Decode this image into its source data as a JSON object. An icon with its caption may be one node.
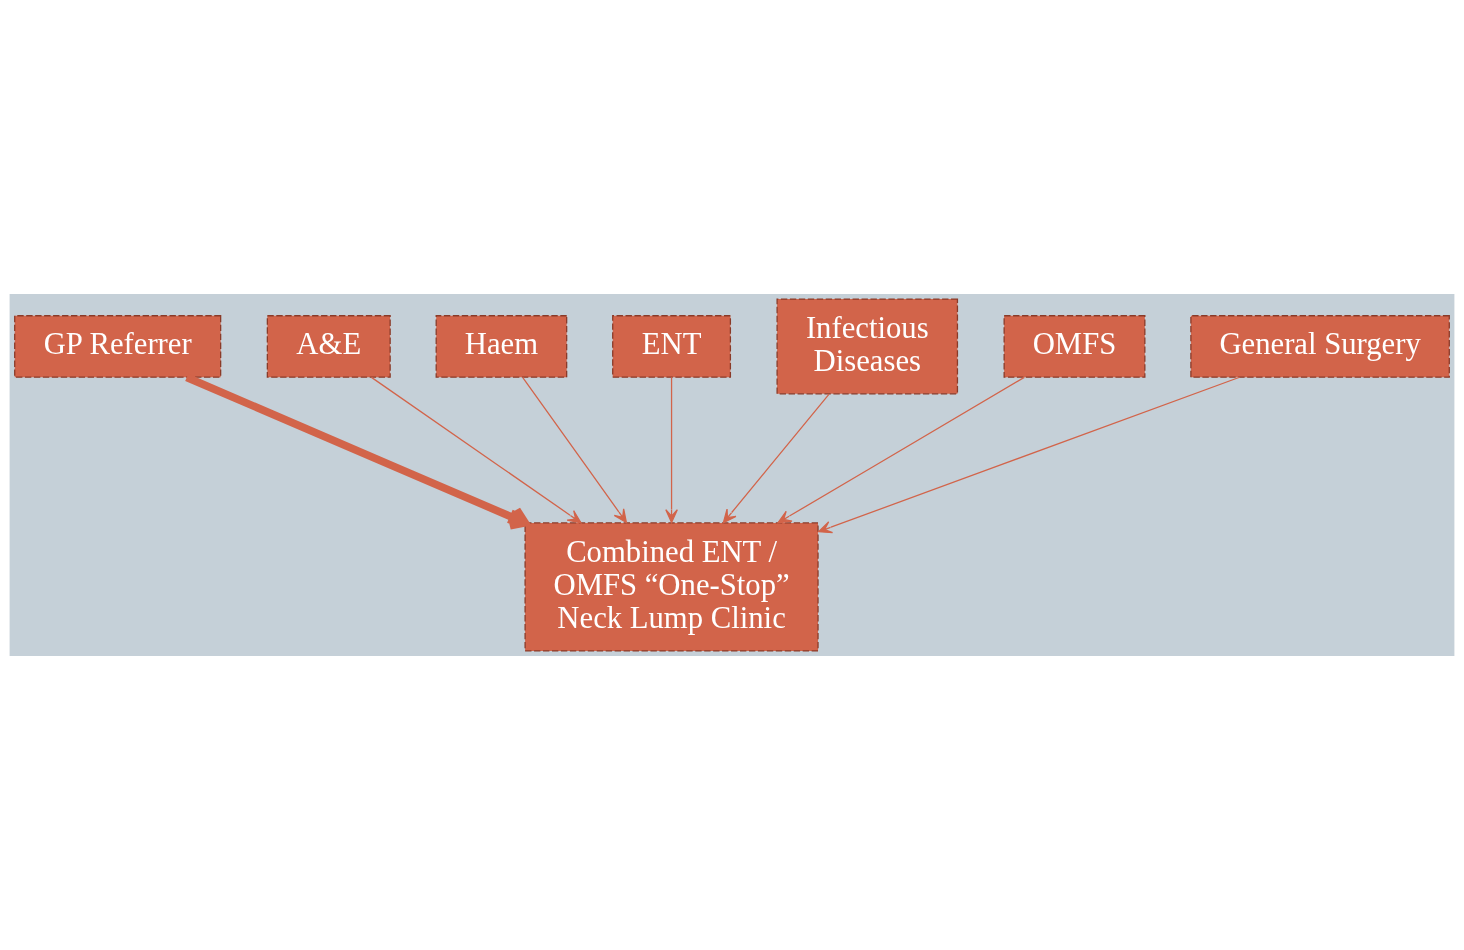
{
  "diagram": {
    "nodes": [
      {
        "text": [
          "GP Referrer"
        ]
      },
      {
        "text": [
          "A&E"
        ]
      },
      {
        "text": [
          "Haem"
        ]
      },
      {
        "text": [
          "ENT"
        ]
      },
      {
        "text": [
          "Infectious Diseases"
        ]
      },
      {
        "text": [
          "OMFS"
        ]
      },
      {
        "text": [
          "General Surgery"
        ]
      },
      {
        "text": [
          "Combined ENT / OMFS “One-Stop” Neck Lump Clinic"
        ]
      }
    ],
    "edges": [
      {
        "from": 0,
        "to": 7,
        "arrow": "to",
        "style": "thick"
      },
      {
        "from": 1,
        "to": 7,
        "arrow": "to"
      },
      {
        "from": 2,
        "to": 7,
        "arrow": "to"
      },
      {
        "from": 3,
        "to": 7,
        "arrow": "to"
      },
      {
        "from": 4,
        "to": 7,
        "arrow": "to"
      },
      {
        "from": 5,
        "to": 7,
        "arrow": "to"
      },
      {
        "from": 6,
        "to": 7,
        "arrow": "to"
      }
    ]
  }
}
